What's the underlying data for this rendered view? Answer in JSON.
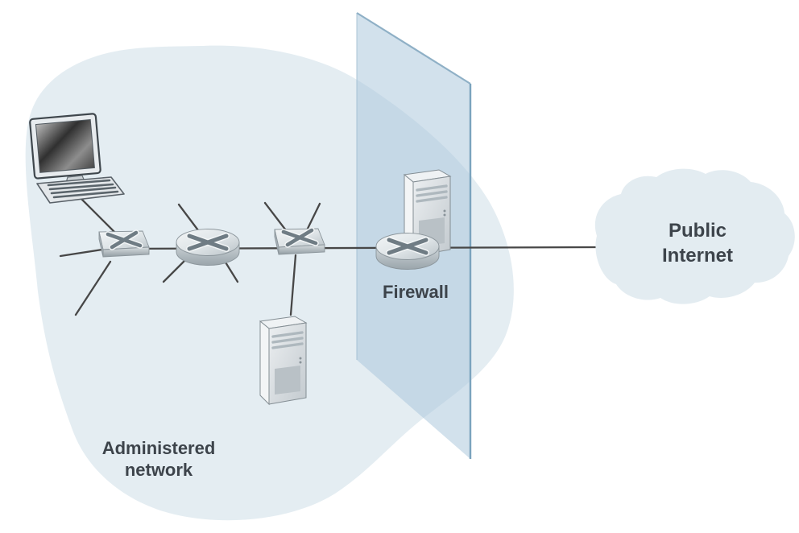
{
  "labels": {
    "firewall": "Firewall",
    "administered_network_line1": "Administered",
    "administered_network_line2": "network",
    "public_internet_line1": "Public",
    "public_internet_line2": "Internet"
  },
  "colors": {
    "administered_blob": "#e4edf2",
    "internet_cloud": "#e3ecf1",
    "firewall_plane": "#a8c5da",
    "firewall_plane_edge": "#7fa6c0",
    "link_line": "#474747",
    "label_text": "#3d444b"
  },
  "nodes": [
    {
      "id": "workstation",
      "type": "desktop-computer"
    },
    {
      "id": "switch-1",
      "type": "switch"
    },
    {
      "id": "router-1",
      "type": "router"
    },
    {
      "id": "switch-2",
      "type": "switch"
    },
    {
      "id": "server-1",
      "type": "server"
    },
    {
      "id": "firewall-router",
      "type": "router"
    },
    {
      "id": "firewall-server",
      "type": "server"
    },
    {
      "id": "public-internet",
      "type": "cloud"
    }
  ]
}
